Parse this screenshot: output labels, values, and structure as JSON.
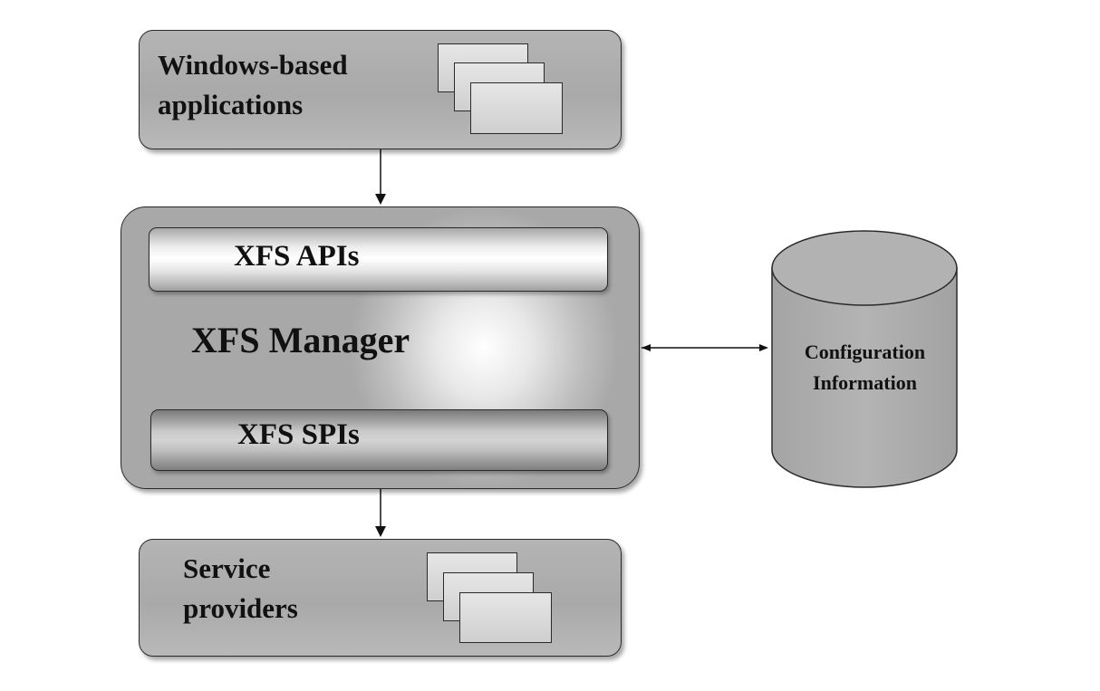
{
  "applications": {
    "label_line1": "Windows-based",
    "label_line2": "applications",
    "icon": "stacked-windows-icon"
  },
  "manager": {
    "api_label": "XFS APIs",
    "title": "XFS Manager",
    "spi_label": "XFS SPIs"
  },
  "service_providers": {
    "label_line1": "Service",
    "label_line2": "providers",
    "icon": "stacked-windows-icon"
  },
  "configuration": {
    "label_line1": "Configuration",
    "label_line2": "Information",
    "icon": "database-cylinder-icon"
  },
  "colors": {
    "box_fill": "#b0b0b0",
    "outline": "#2a2a2a",
    "text": "#111111"
  }
}
